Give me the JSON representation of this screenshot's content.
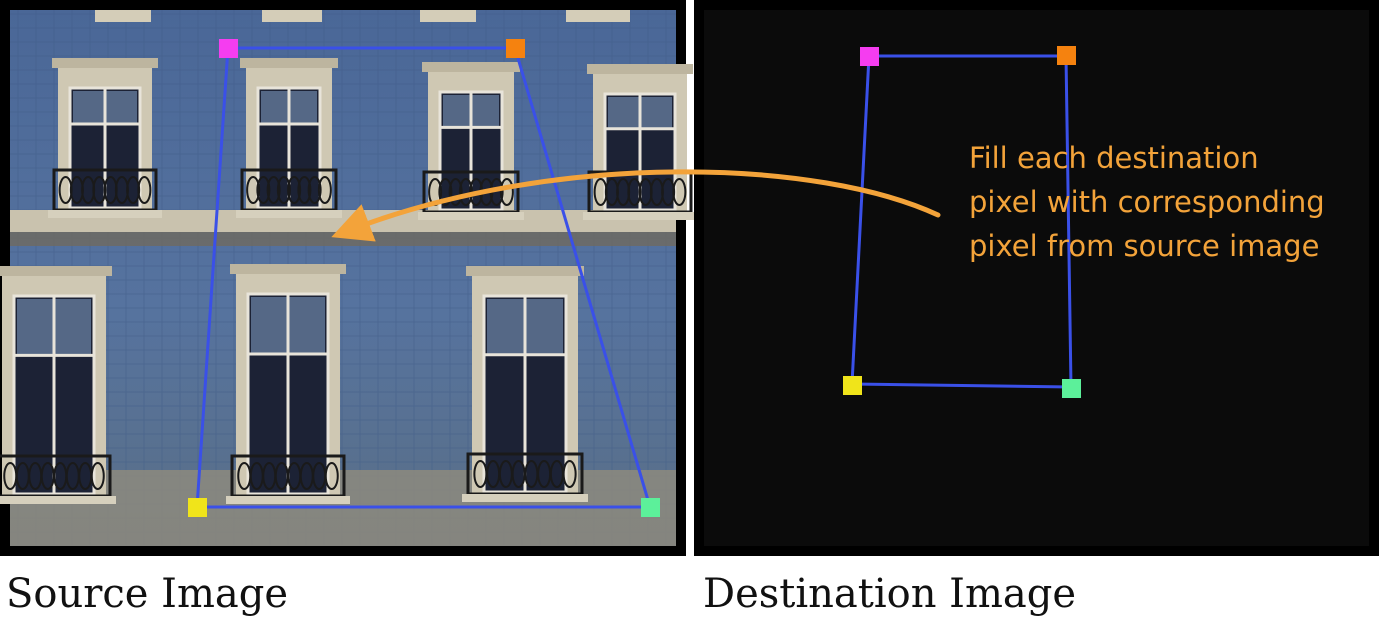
{
  "captions": {
    "source": "Source Image",
    "destination": "Destination Image"
  },
  "annotation": {
    "lines": [
      "Fill each destination",
      "pixel with corresponding",
      "pixel from source image"
    ]
  },
  "colors": {
    "frame": "#000000",
    "destination_background": "#0b0b0b",
    "quad_line": "#3a50e8",
    "arrow": "#f3a33a",
    "corner_top_left": "#f53df0",
    "corner_top_right": "#f5820f",
    "corner_bottom_left": "#f0e41a",
    "corner_bottom_right": "#5cf09a",
    "facade_blue": "#4f6f9e"
  },
  "icons": {
    "corners": [
      "top-left-corner-marker",
      "top-right-corner-marker",
      "bottom-left-corner-marker",
      "bottom-right-corner-marker"
    ]
  }
}
